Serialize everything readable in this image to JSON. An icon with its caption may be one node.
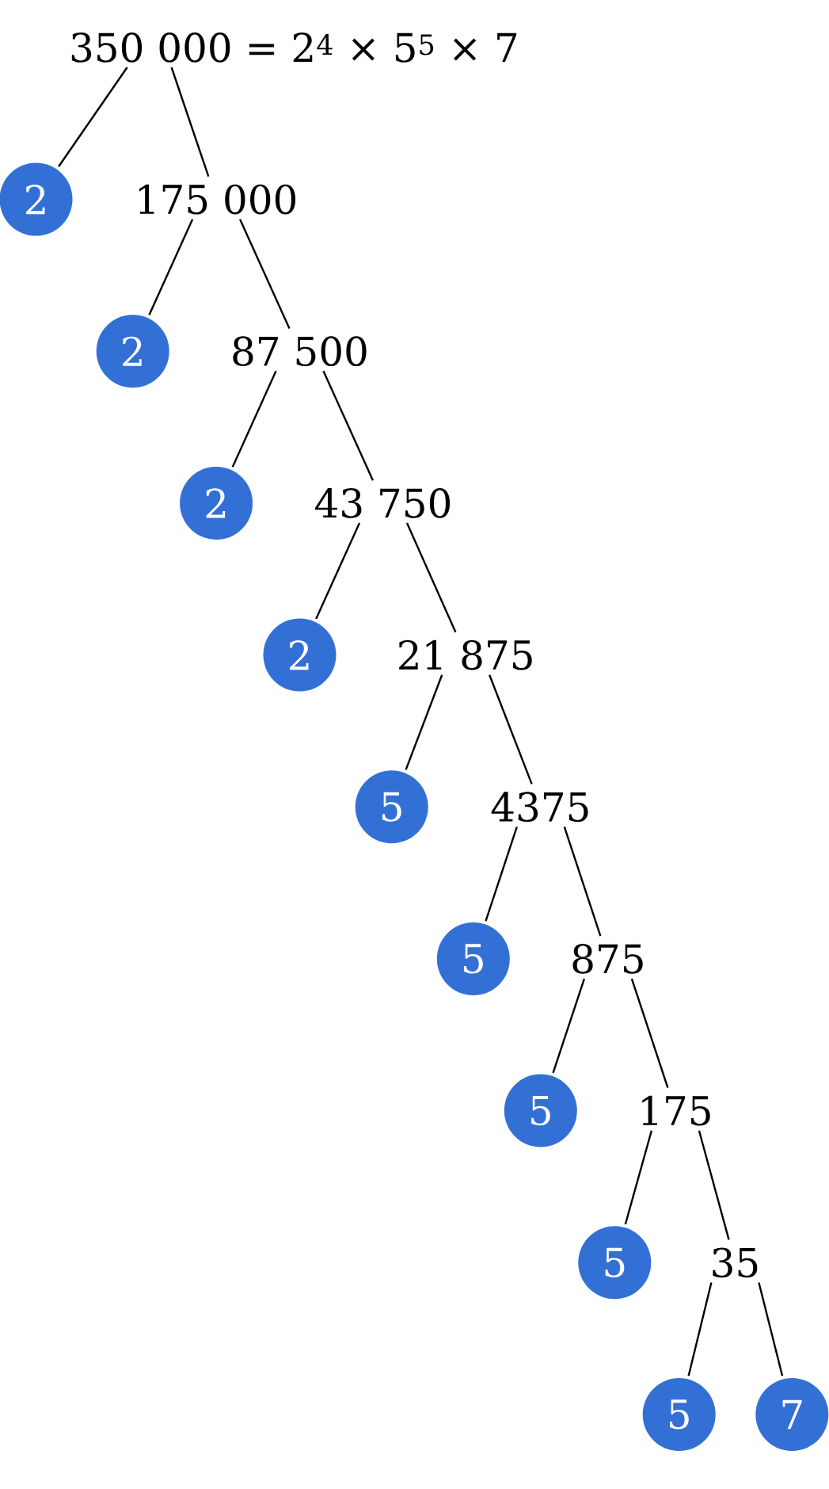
{
  "diagram": {
    "nodes": [
      {
        "text": [
          "350 000 = 2$^{4}$ × 5$^{5}$ × 7"
        ]
      },
      {
        "text": [
          "2"
        ]
      },
      {
        "text": [
          "175 000"
        ]
      },
      {
        "text": [
          "2"
        ]
      },
      {
        "text": [
          "87 500"
        ]
      },
      {
        "text": [
          "2"
        ]
      },
      {
        "text": [
          "43 750"
        ]
      },
      {
        "text": [
          "2"
        ]
      },
      {
        "text": [
          "21 875"
        ]
      },
      {
        "text": [
          "5"
        ]
      },
      {
        "text": [
          "4375"
        ]
      },
      {
        "text": [
          "5"
        ]
      },
      {
        "text": [
          "875"
        ]
      },
      {
        "text": [
          "5"
        ]
      },
      {
        "text": [
          "175"
        ]
      },
      {
        "text": [
          "5"
        ]
      },
      {
        "text": [
          "35"
        ]
      },
      {
        "text": [
          "5"
        ]
      },
      {
        "text": [
          "7"
        ]
      }
    ],
    "edges": [
      {
        "from": 0,
        "to": 1,
        "arrow": "none"
      },
      {
        "from": 0,
        "to": 2,
        "arrow": "none"
      },
      {
        "from": 2,
        "to": 3,
        "arrow": "none"
      },
      {
        "from": 2,
        "to": 4,
        "arrow": "none"
      },
      {
        "from": 4,
        "to": 5,
        "arrow": "none"
      },
      {
        "from": 4,
        "to": 6,
        "arrow": "none"
      },
      {
        "from": 6,
        "to": 7,
        "arrow": "none"
      },
      {
        "from": 6,
        "to": 8,
        "arrow": "none"
      },
      {
        "from": 8,
        "to": 9,
        "arrow": "none"
      },
      {
        "from": 8,
        "to": 10,
        "arrow": "none"
      },
      {
        "from": 10,
        "to": 11,
        "arrow": "none"
      },
      {
        "from": 10,
        "to": 12,
        "arrow": "none"
      },
      {
        "from": 12,
        "to": 13,
        "arrow": "none"
      },
      {
        "from": 12,
        "to": 14,
        "arrow": "none"
      },
      {
        "from": 14,
        "to": 15,
        "arrow": "none"
      },
      {
        "from": 14,
        "to": 16,
        "arrow": "none"
      },
      {
        "from": 16,
        "to": 17,
        "arrow": "none"
      },
      {
        "from": 16,
        "to": 18,
        "arrow": "none"
      }
    ]
  }
}
